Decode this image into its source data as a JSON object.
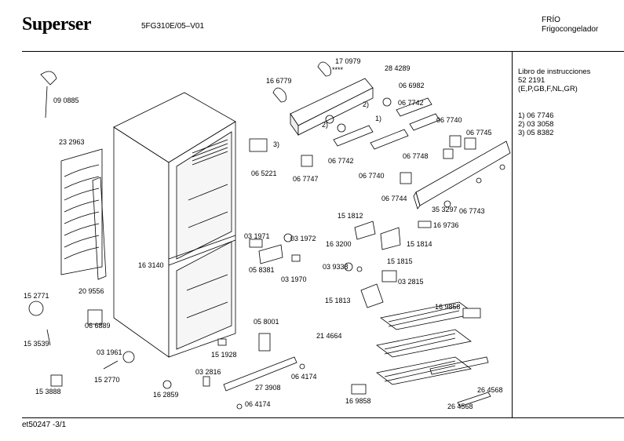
{
  "header": {
    "brand": "Superser",
    "model": "5FG310E/05–V01",
    "category": "FRÍO",
    "subcategory": "Frigocongelador"
  },
  "footer": {
    "page_ref": "et50247 -3/1"
  },
  "info_panel": {
    "manual_title": "Libro de instrucciones",
    "manual_number": "52 2191",
    "manual_languages": "(E,P,GB,F,NL,GR)",
    "notes": [
      "1) 06 7746",
      "2) 03 3058",
      "3) 05 8382"
    ]
  },
  "parts": [
    "09 0885",
    "23 2963",
    "20 9556",
    "15 2771",
    "06 6889",
    "15 3539",
    "15 3888",
    "03 1961",
    "15 2770",
    "16 2859",
    "16 3140",
    "15 1928",
    "03 2816",
    "06 4174",
    "27 3908",
    "06 4174",
    "05 8001",
    "06 5221",
    "3)",
    "16 6779",
    "17 0979",
    "****",
    "28 4289",
    "06 6982",
    "2)",
    "06 7742",
    "1)",
    "06 7740",
    "2)",
    "06 7745",
    "06 7748",
    "06 7742",
    "06 7747",
    "06 7740",
    "06 7744",
    "35 3297",
    "06 7743",
    "15 1812",
    "16 9736",
    "16 3200",
    "15 1814",
    "03 1971",
    "03 1972",
    "05 8381",
    "03 1970",
    "03 9338",
    "15 1815",
    "03 2815",
    "15 1813",
    "16 9858",
    "21 4664",
    "16 9858",
    "26 4568",
    "26 4568"
  ],
  "colors": {
    "ink": "#000000",
    "paper": "#ffffff"
  }
}
